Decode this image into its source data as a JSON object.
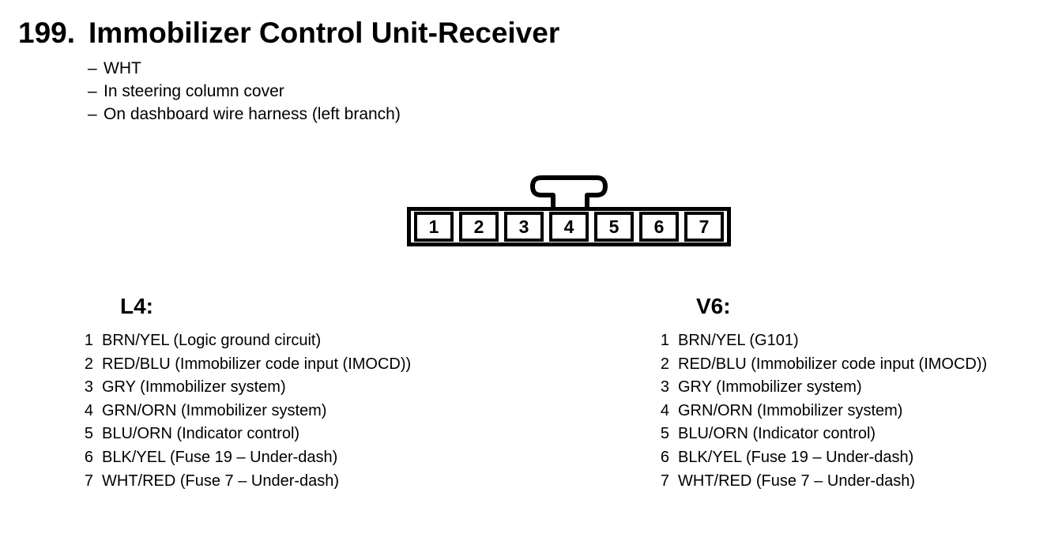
{
  "page": {
    "section_number": "199.",
    "title": "Immobilizer Control Unit-Receiver"
  },
  "notes": {
    "marker": "–",
    "items": [
      "WHT",
      "In steering column cover",
      "On dashboard wire harness (left branch)"
    ]
  },
  "connector": {
    "pins": [
      "1",
      "2",
      "3",
      "4",
      "5",
      "6",
      "7"
    ]
  },
  "pinouts": [
    {
      "heading": "L4:",
      "rows": [
        {
          "pin": "1",
          "desc": "BRN/YEL (Logic ground circuit)"
        },
        {
          "pin": "2",
          "desc": "RED/BLU (Immobilizer code input (IMOCD))"
        },
        {
          "pin": "3",
          "desc": "GRY (Immobilizer system)"
        },
        {
          "pin": "4",
          "desc": "GRN/ORN (Immobilizer system)"
        },
        {
          "pin": "5",
          "desc": "BLU/ORN (Indicator control)"
        },
        {
          "pin": "6",
          "desc": "BLK/YEL (Fuse 19 – Under-dash)"
        },
        {
          "pin": "7",
          "desc": "WHT/RED (Fuse 7 – Under-dash)"
        }
      ]
    },
    {
      "heading": "V6:",
      "rows": [
        {
          "pin": "1",
          "desc": "BRN/YEL (G101)"
        },
        {
          "pin": "2",
          "desc": "RED/BLU (Immobilizer code input (IMOCD))"
        },
        {
          "pin": "3",
          "desc": "GRY (Immobilizer system)"
        },
        {
          "pin": "4",
          "desc": "GRN/ORN (Immobilizer system)"
        },
        {
          "pin": "5",
          "desc": "BLU/ORN (Indicator control)"
        },
        {
          "pin": "6",
          "desc": "BLK/YEL (Fuse 19 – Under-dash)"
        },
        {
          "pin": "7",
          "desc": "WHT/RED (Fuse 7 – Under-dash)"
        }
      ]
    }
  ],
  "colors": {
    "ink": "#000000",
    "paper": "#ffffff"
  }
}
